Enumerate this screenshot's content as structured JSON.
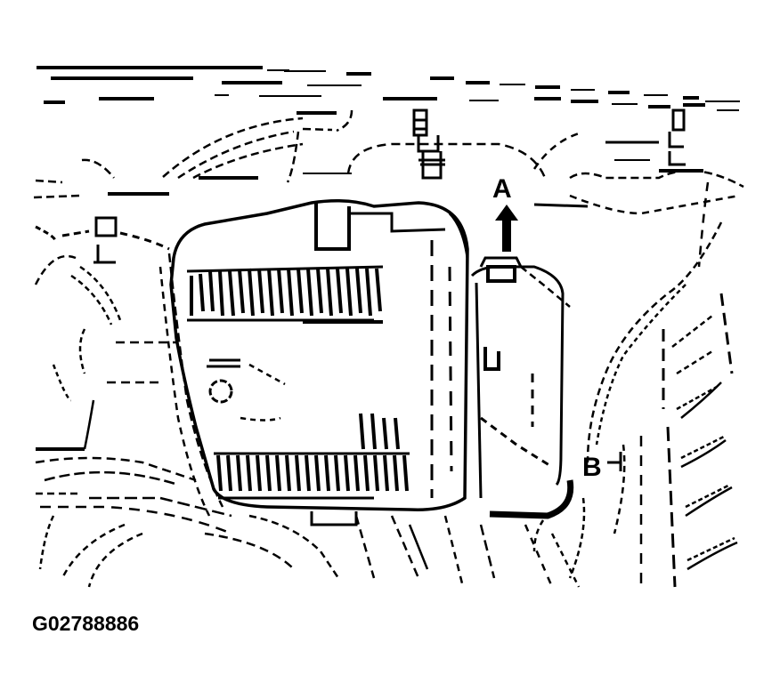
{
  "figure": {
    "id": "G02788886",
    "colors": {
      "line": "#000000",
      "background": "#ffffff"
    },
    "callouts": [
      {
        "label": "A",
        "description": "arrow pointing upward above component"
      },
      {
        "label": "B",
        "description": "label at connector on right side of component"
      }
    ]
  }
}
